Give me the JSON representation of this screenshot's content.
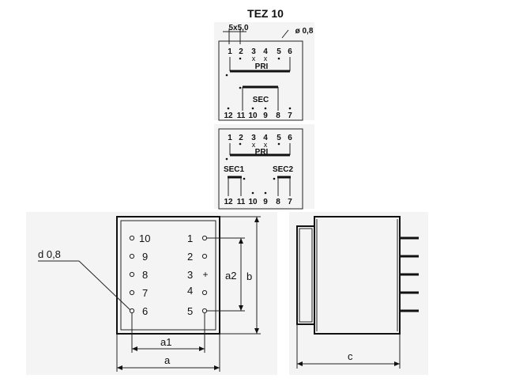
{
  "title": "TEZ 10",
  "pitch_label": "5x5,0",
  "hole_label": "ø 0,8",
  "pin_dia_label": "d 0,8",
  "pri_label": "PRI",
  "sec_label": "SEC",
  "sec1_label": "SEC1",
  "sec2_label": "SEC2",
  "top_pins": [
    "1",
    "2",
    "3",
    "4",
    "5",
    "6"
  ],
  "bottom_pins": [
    "12",
    "11",
    "10",
    "9",
    "8",
    "7"
  ],
  "front_pins_left": [
    "10",
    "9",
    "8",
    "7",
    "6"
  ],
  "front_pins_right": [
    "1",
    "2",
    "3",
    "4",
    "5"
  ],
  "plus_mark": "+",
  "dim_a": "a",
  "dim_a1": "a1",
  "dim_a2": "a2",
  "dim_b": "b",
  "dim_c": "c",
  "colors": {
    "line": "#111111",
    "panel": "#f4f4f4"
  }
}
